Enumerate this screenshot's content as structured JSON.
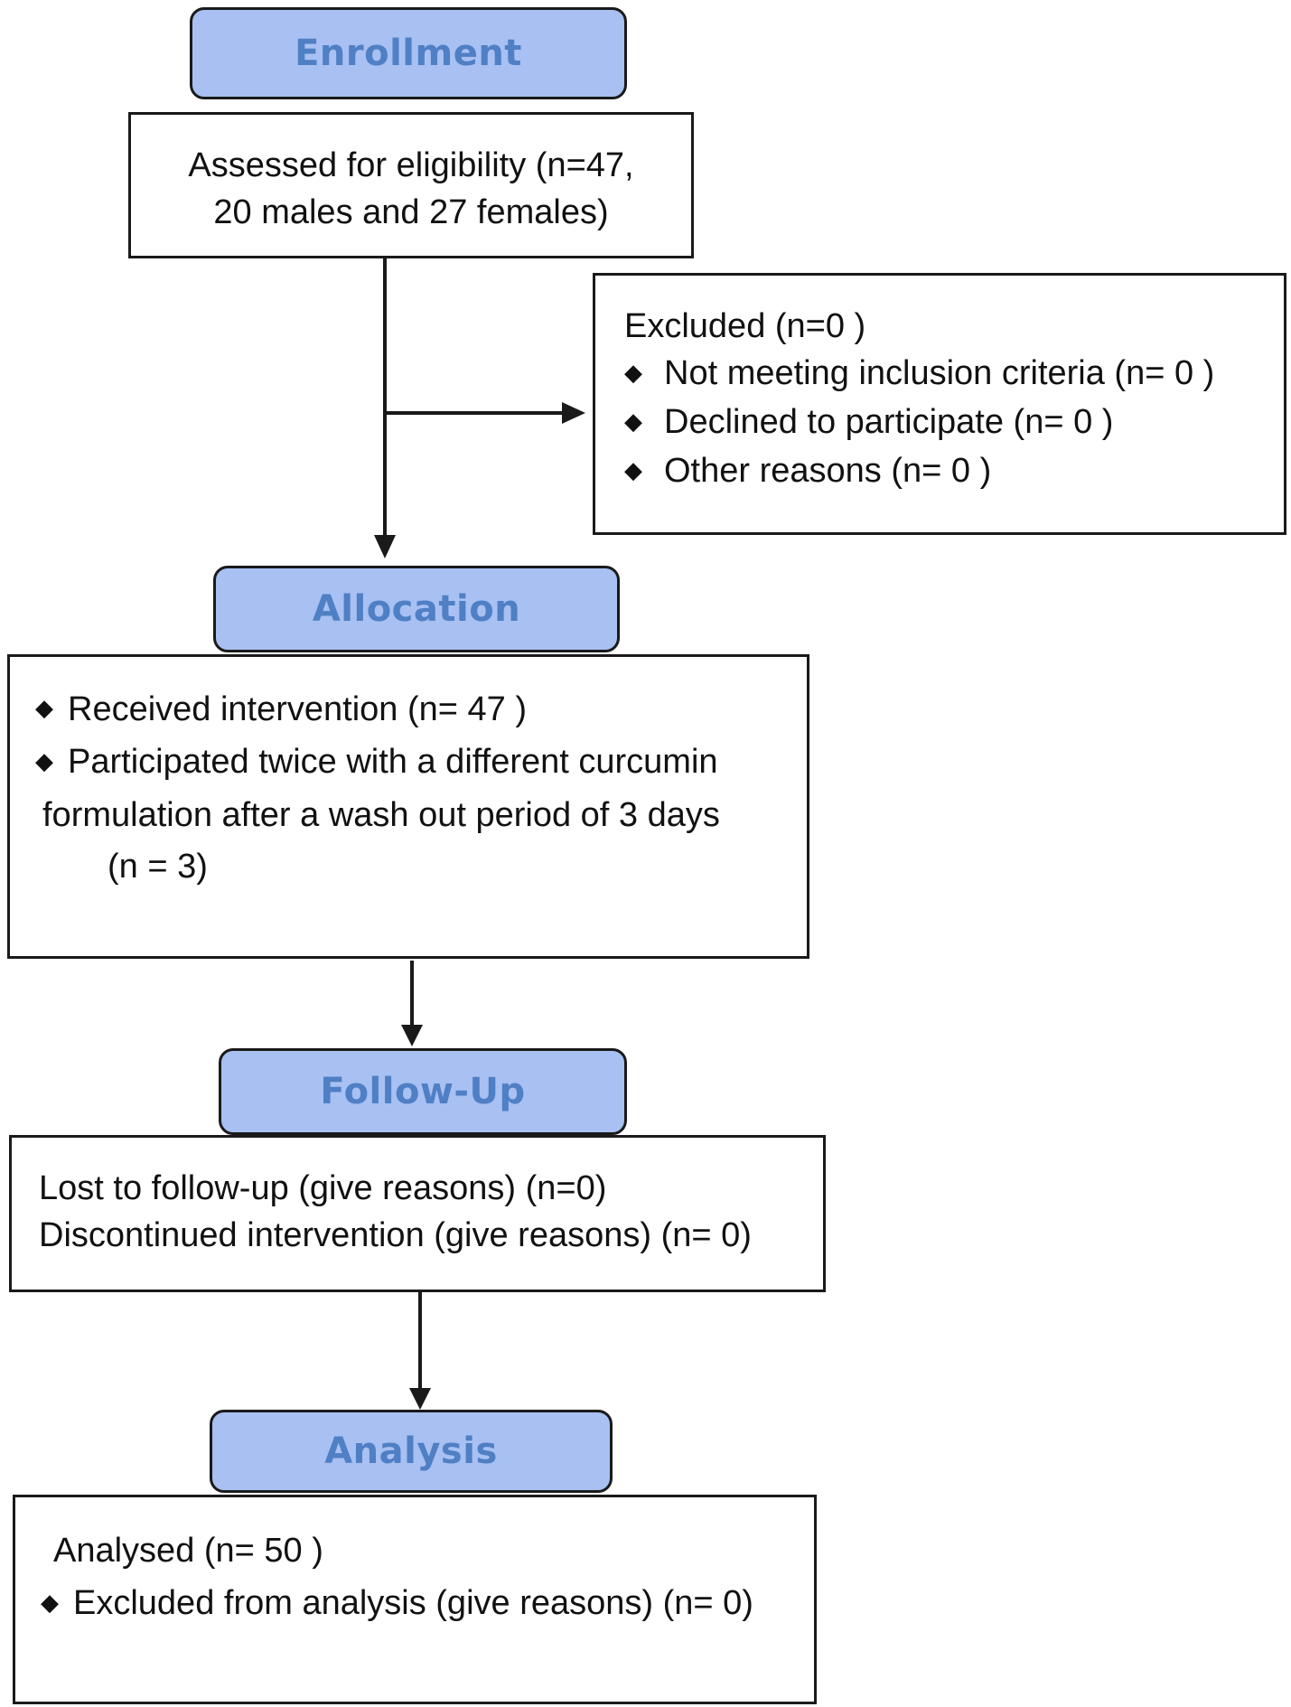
{
  "stages": {
    "enrollment": "Enrollment",
    "allocation": "Allocation",
    "follow_up": "Follow-Up",
    "analysis": "Analysis"
  },
  "bullet_glyph": "◆",
  "enrollment_box": {
    "line1": "Assessed for eligibility (n=47,",
    "line2": "20 males and 27 females)"
  },
  "excluded_box": {
    "title": "Excluded  (n=0  )",
    "items": [
      "Not meeting inclusion criteria (n= 0  )",
      "Declined to participate (n= 0 )",
      "Other reasons (n= 0 )"
    ]
  },
  "allocation_box": {
    "item1": "Received intervention (n= 47 )",
    "item2": "Participated twice with a different curcumin",
    "line3": "formulation after a wash out period of 3 days",
    "line4": "(n = 3)"
  },
  "follow_up_box": {
    "line1": "Lost to follow-up (give reasons) (n=0)",
    "line2": "Discontinued intervention (give reasons) (n= 0)"
  },
  "analysis_box": {
    "line1": "Analysed  (n= 50 )",
    "item1": "Excluded from analysis (give reasons) (n= 0)"
  },
  "colors": {
    "header_fill": "#a8c0f2",
    "header_text": "#4f7fc4",
    "border": "#1a1a1a"
  }
}
